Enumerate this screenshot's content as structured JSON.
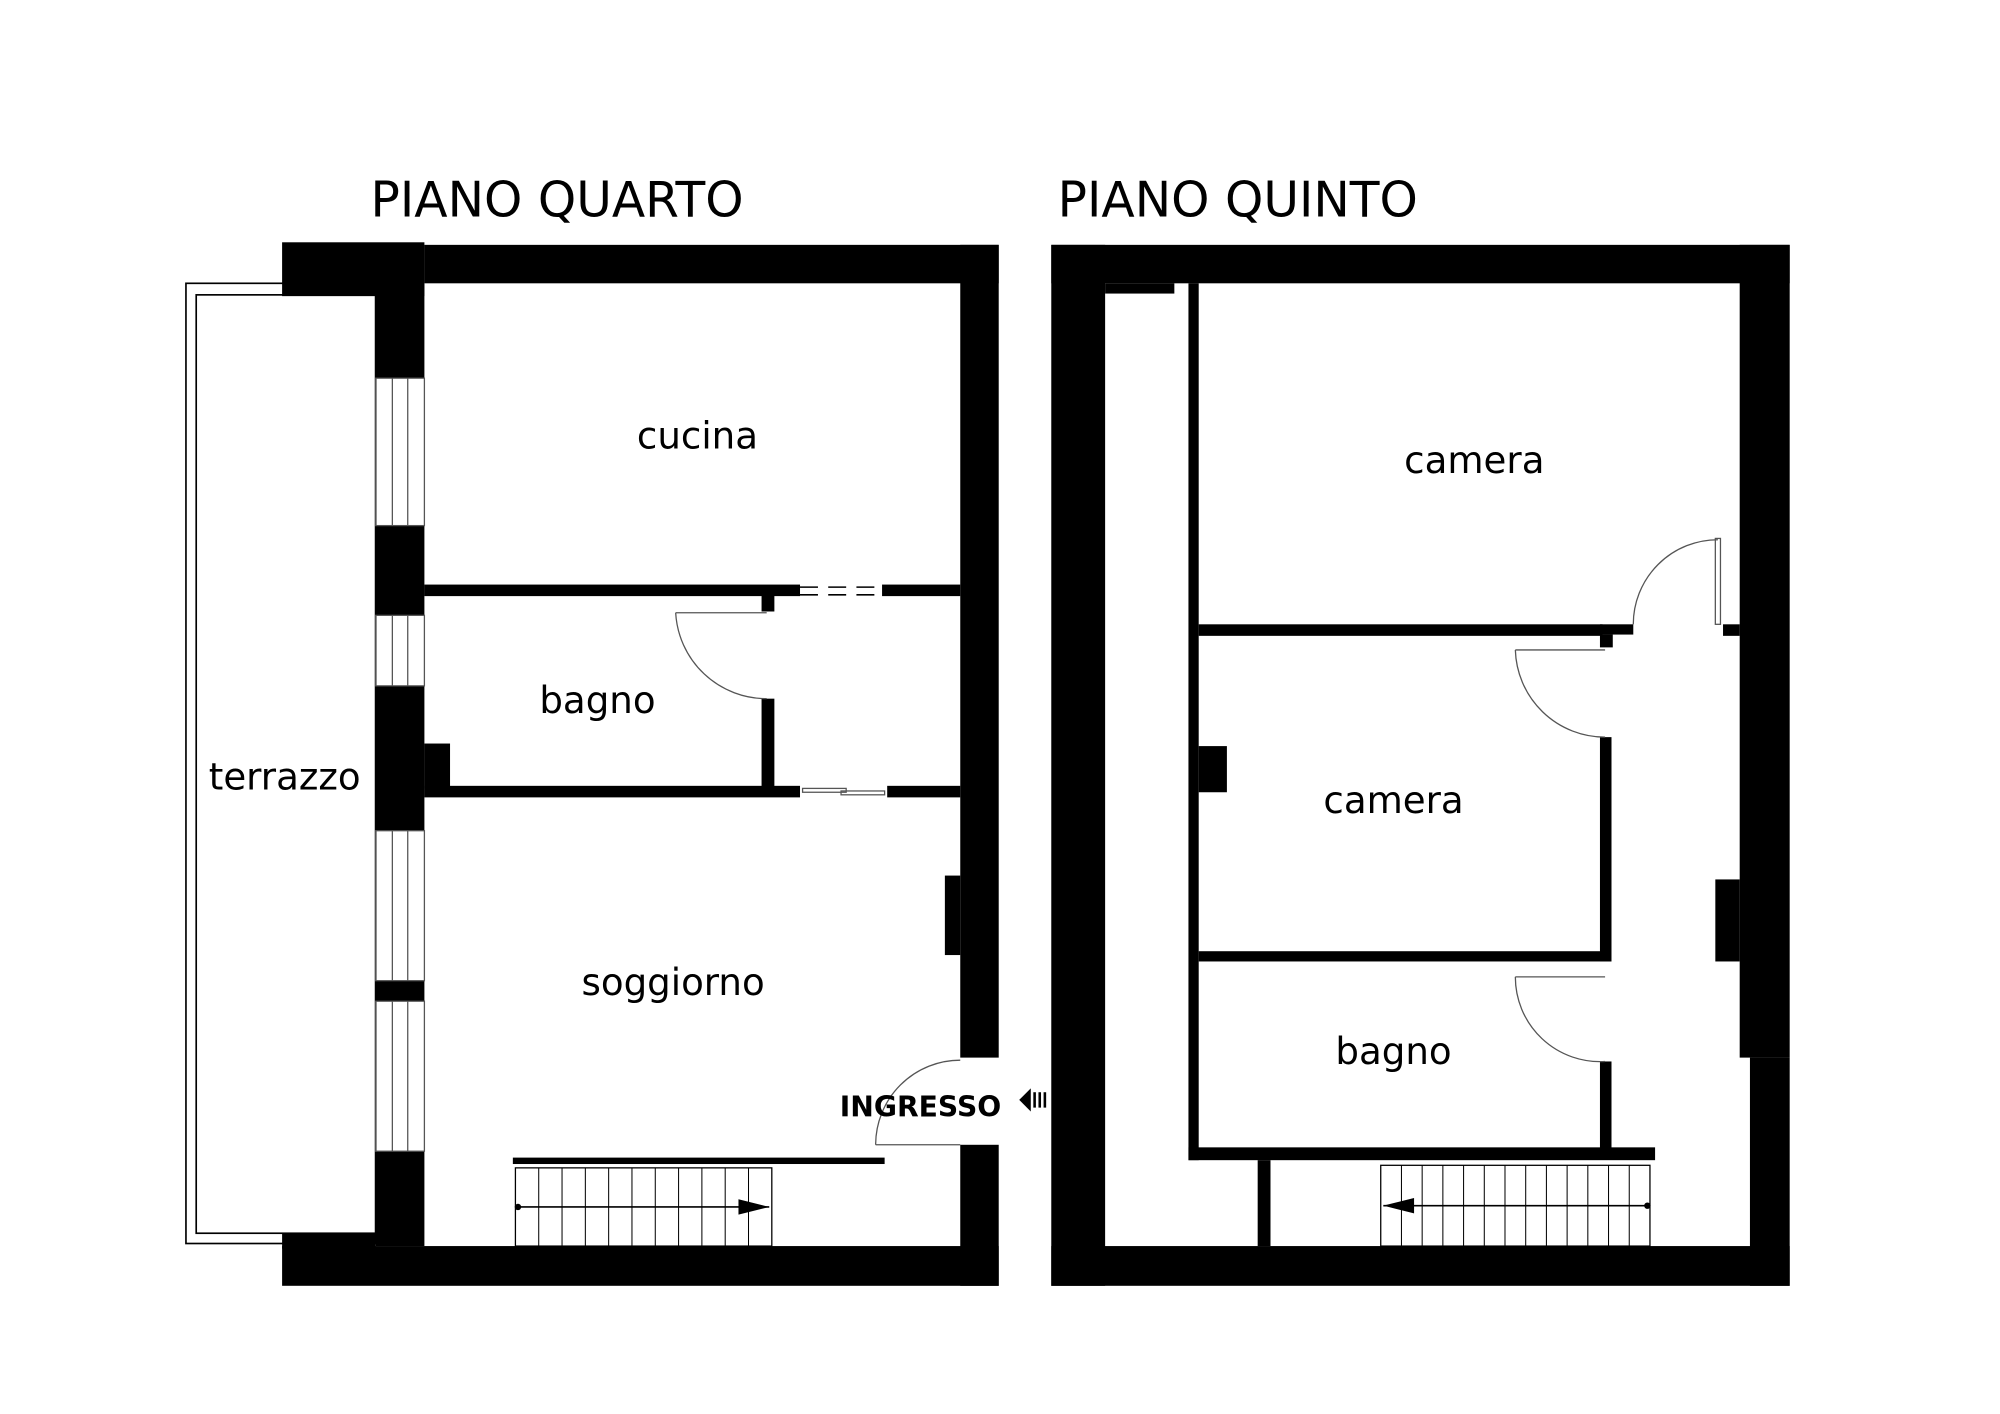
{
  "floor4": {
    "title": "PIANO QUARTO",
    "rooms": {
      "kitchen": "cucina",
      "bathroom": "bagno",
      "living": "soggiorno",
      "terrace": "terrazzo"
    },
    "entrance": "INGRESSO",
    "stair_treads": 11
  },
  "floor5": {
    "title": "PIANO QUINTO",
    "rooms": {
      "bedroom1": "camera",
      "bedroom2": "camera",
      "bathroom": "bagno"
    },
    "stair_treads": 13
  },
  "colors": {
    "wall": "#000000",
    "background": "#ffffff"
  }
}
